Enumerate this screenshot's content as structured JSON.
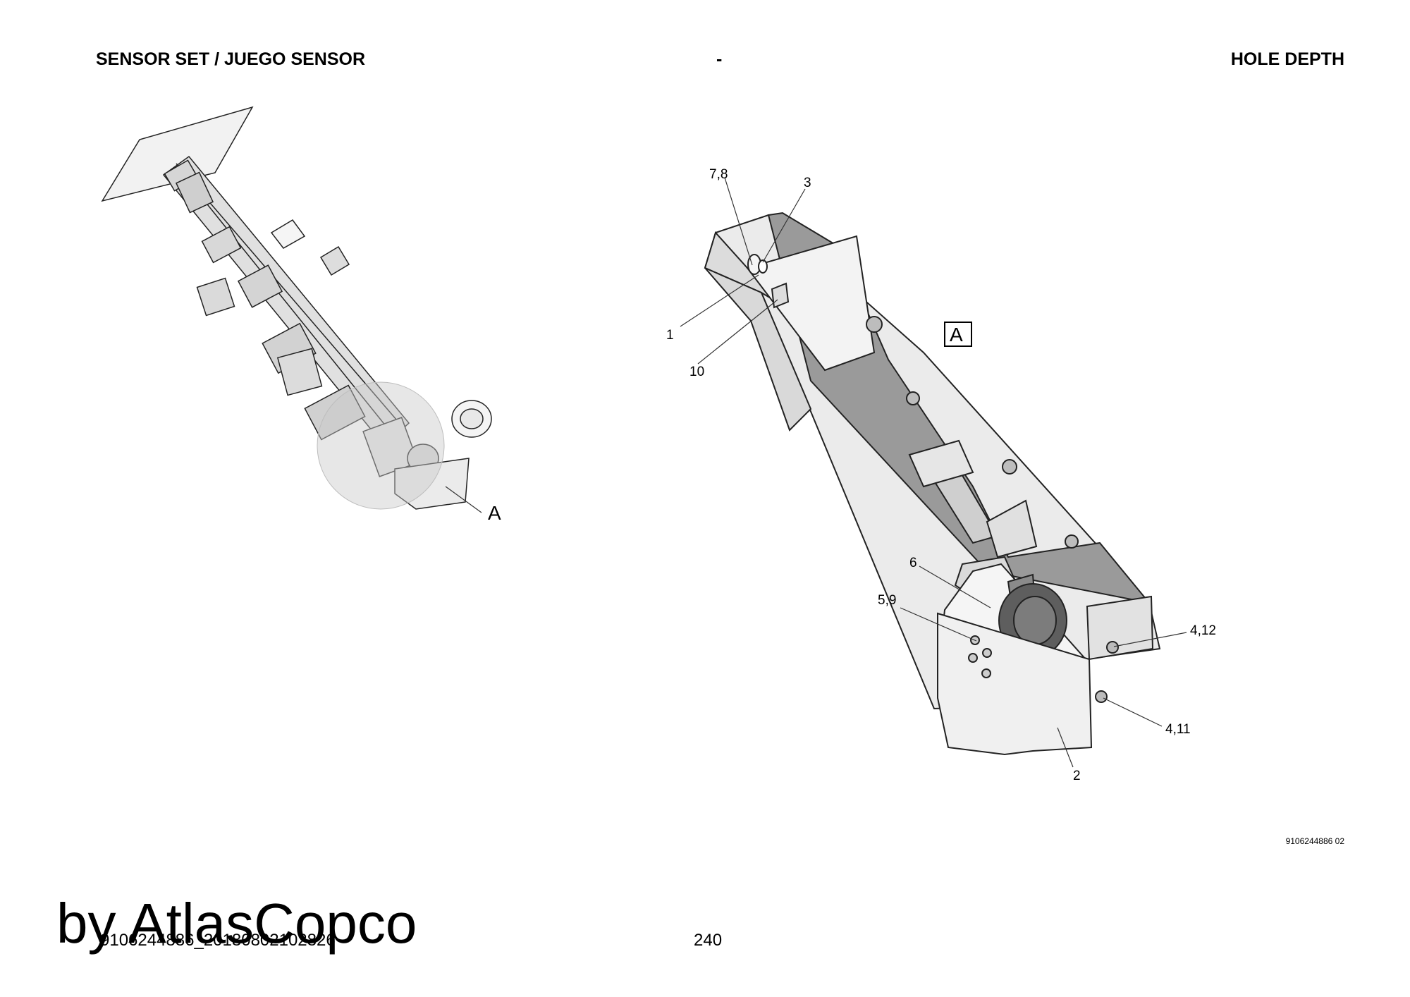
{
  "header": {
    "left": "SENSOR SET / JUEGO SENSOR",
    "center": "-",
    "right": "HOLE DEPTH"
  },
  "overview": {
    "detail_label": "A"
  },
  "detail": {
    "view_label": "A",
    "callouts": [
      "7,8",
      "3",
      "1",
      "10",
      "6",
      "5,9",
      "4,12",
      "4,11",
      "2"
    ]
  },
  "footer": {
    "drawing_number": "9106244886 02",
    "document_id": "9106244886_20180802102826",
    "page_number": "240",
    "watermark": "by AtlasCopco"
  }
}
